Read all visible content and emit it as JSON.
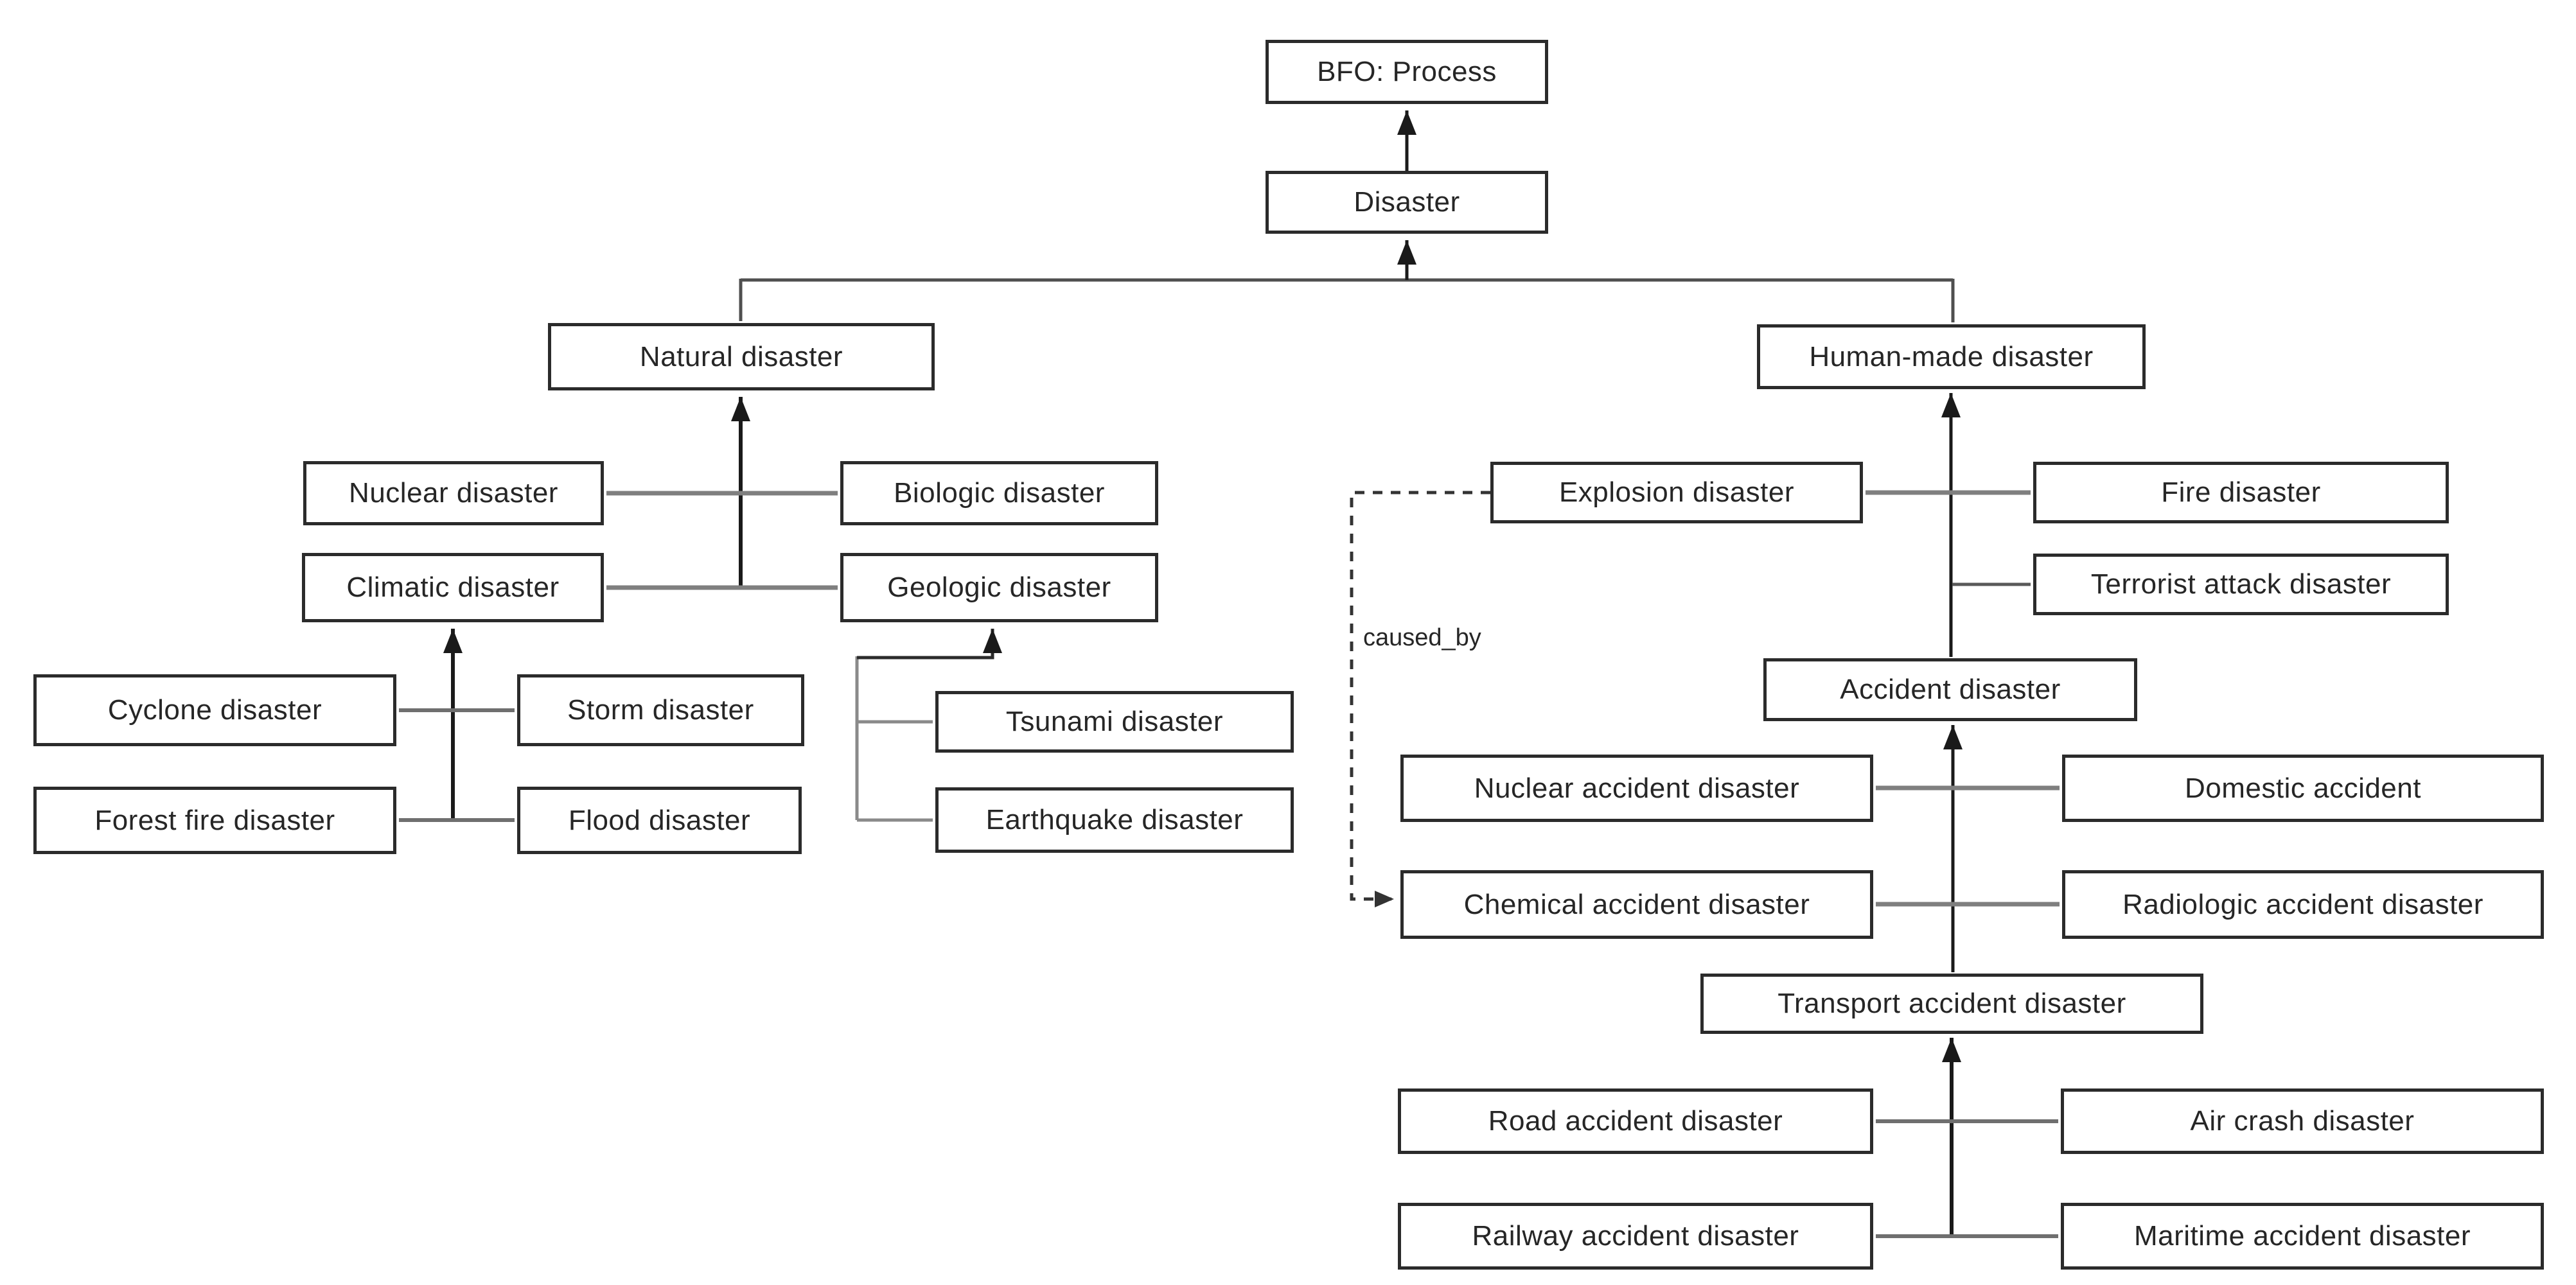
{
  "diagram": {
    "kind": "ontology-hierarchy",
    "colors": {
      "background": "#ffffff",
      "box_border": "#2b2b2b",
      "box_fill": "#ffffff",
      "text": "#262626",
      "sibling_connector": "#7f7f7f",
      "tree_bar": "#4f4f4f",
      "arrow": "#1a1a1a",
      "dashed_relation": "#333333"
    },
    "nodes": {
      "bfo": {
        "label": "BFO: Process"
      },
      "disaster": {
        "label": "Disaster"
      },
      "natural": {
        "label": "Natural disaster"
      },
      "human_made": {
        "label": "Human-made disaster"
      },
      "nuclear": {
        "label": "Nuclear disaster"
      },
      "biologic": {
        "label": "Biologic disaster"
      },
      "climatic": {
        "label": "Climatic disaster"
      },
      "geologic": {
        "label": "Geologic disaster"
      },
      "cyclone": {
        "label": "Cyclone disaster"
      },
      "storm": {
        "label": "Storm disaster"
      },
      "forest_fire": {
        "label": "Forest fire disaster"
      },
      "flood": {
        "label": "Flood disaster"
      },
      "tsunami": {
        "label": "Tsunami disaster"
      },
      "earthquake": {
        "label": "Earthquake disaster"
      },
      "explosion": {
        "label": "Explosion disaster"
      },
      "fire": {
        "label": "Fire disaster"
      },
      "terrorist": {
        "label": "Terrorist attack disaster"
      },
      "accident": {
        "label": "Accident disaster"
      },
      "nuclear_accident": {
        "label": "Nuclear accident disaster"
      },
      "domestic": {
        "label": "Domestic accident"
      },
      "chemical": {
        "label": "Chemical accident disaster"
      },
      "radiologic": {
        "label": "Radiologic accident disaster"
      },
      "transport": {
        "label": "Transport accident disaster"
      },
      "road": {
        "label": "Road accident disaster"
      },
      "air_crash": {
        "label": "Air crash disaster"
      },
      "railway": {
        "label": "Railway accident disaster"
      },
      "maritime": {
        "label": "Maritime accident disaster"
      }
    },
    "relation_labels": {
      "caused_by": "caused_by"
    },
    "edges": [
      {
        "from": "disaster",
        "to": "bfo",
        "type": "is_a"
      },
      {
        "from": "natural",
        "to": "disaster",
        "type": "is_a"
      },
      {
        "from": "human_made",
        "to": "disaster",
        "type": "is_a"
      },
      {
        "from": "nuclear",
        "to": "natural",
        "type": "is_a"
      },
      {
        "from": "biologic",
        "to": "natural",
        "type": "is_a"
      },
      {
        "from": "climatic",
        "to": "natural",
        "type": "is_a"
      },
      {
        "from": "geologic",
        "to": "natural",
        "type": "is_a"
      },
      {
        "from": "cyclone",
        "to": "climatic",
        "type": "is_a"
      },
      {
        "from": "storm",
        "to": "climatic",
        "type": "is_a"
      },
      {
        "from": "forest_fire",
        "to": "climatic",
        "type": "is_a"
      },
      {
        "from": "flood",
        "to": "climatic",
        "type": "is_a"
      },
      {
        "from": "tsunami",
        "to": "geologic",
        "type": "is_a"
      },
      {
        "from": "earthquake",
        "to": "geologic",
        "type": "is_a"
      },
      {
        "from": "explosion",
        "to": "human_made",
        "type": "is_a"
      },
      {
        "from": "fire",
        "to": "human_made",
        "type": "is_a"
      },
      {
        "from": "terrorist",
        "to": "human_made",
        "type": "is_a"
      },
      {
        "from": "accident",
        "to": "human_made",
        "type": "is_a"
      },
      {
        "from": "nuclear_accident",
        "to": "accident",
        "type": "is_a"
      },
      {
        "from": "domestic",
        "to": "accident",
        "type": "is_a"
      },
      {
        "from": "chemical",
        "to": "accident",
        "type": "is_a"
      },
      {
        "from": "radiologic",
        "to": "accident",
        "type": "is_a"
      },
      {
        "from": "transport",
        "to": "accident",
        "type": "is_a"
      },
      {
        "from": "road",
        "to": "transport",
        "type": "is_a"
      },
      {
        "from": "air_crash",
        "to": "transport",
        "type": "is_a"
      },
      {
        "from": "railway",
        "to": "transport",
        "type": "is_a"
      },
      {
        "from": "maritime",
        "to": "transport",
        "type": "is_a"
      },
      {
        "from": "explosion",
        "to": "chemical",
        "type": "caused_by"
      }
    ]
  }
}
